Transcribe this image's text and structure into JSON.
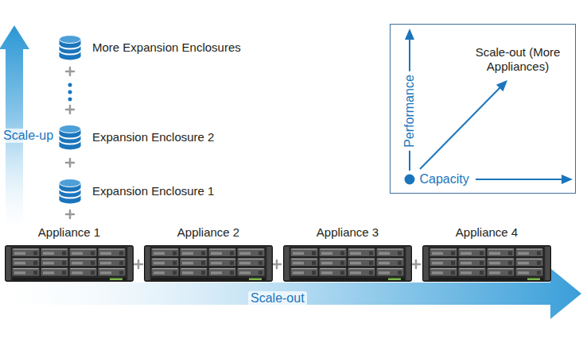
{
  "diagram": {
    "nodes": [
      {
        "text": [
          "More Expansion Enclosures"
        ]
      },
      {
        "text": [
          "Scale-out (More Appliances)",
          "Performance",
          "Capacity"
        ]
      },
      {
        "text": [
          "Expansion Enclosure 2"
        ]
      },
      {
        "text": [
          "Expansion Enclosure 1"
        ]
      },
      {
        "text": [
          "Appliance 1"
        ]
      },
      {
        "text": [
          "Appliance 2"
        ]
      },
      {
        "text": [
          "Appliance 3"
        ]
      },
      {
        "text": [
          "Appliance 4"
        ]
      }
    ],
    "labels": [
      "Scale-up",
      "Scale-out"
    ]
  }
}
